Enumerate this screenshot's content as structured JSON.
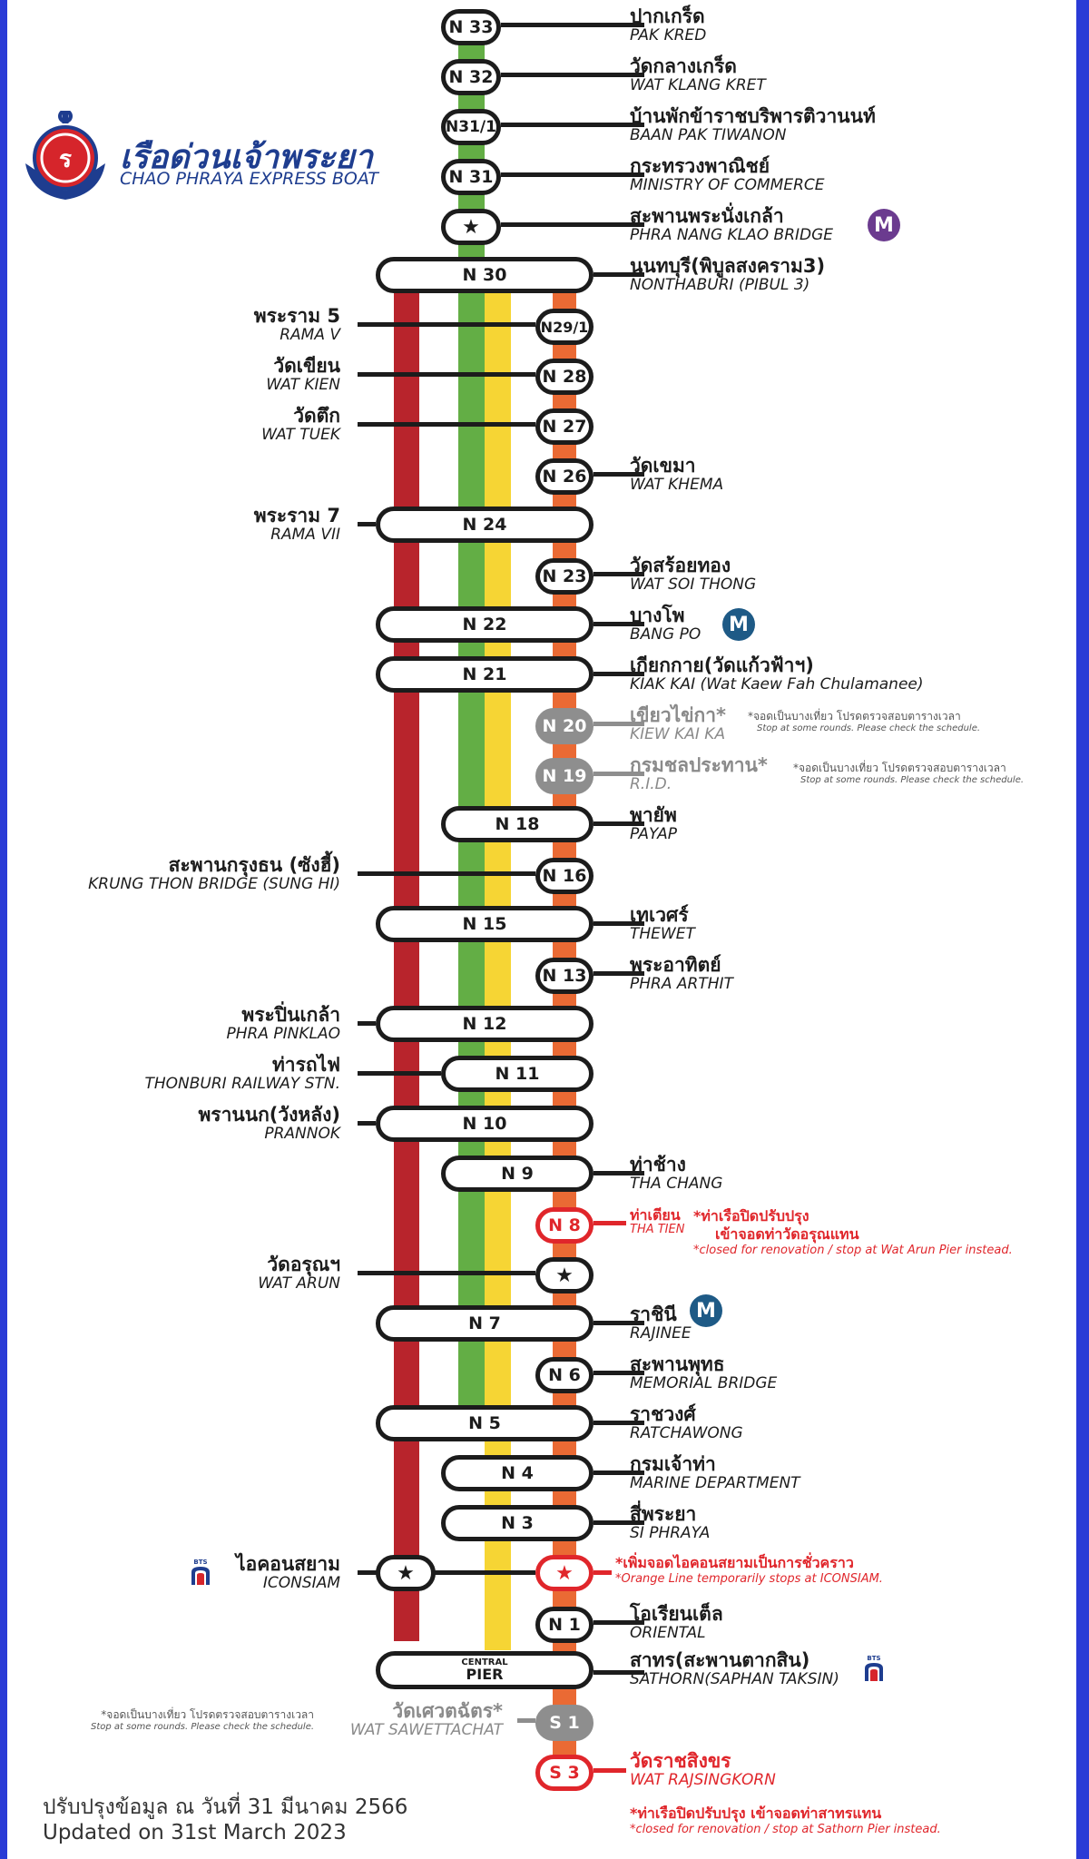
{
  "brand": {
    "name_th": "เรือด่วนเจ้าพระยา",
    "name_en": "CHAO PHRAYA EXPRESS BOAT"
  },
  "colors": {
    "red_line": "#b8242c",
    "green_line": "#63ae45",
    "yellow_line": "#f6d534",
    "orange_line": "#ea6a34",
    "frame": "#2a3bd6",
    "mrt_purple": "#6b3b8f",
    "mrt_blue": "#1e5a86",
    "highlight_red": "#e0262b"
  },
  "piers": [
    {
      "code": "N 33",
      "th": "ปากเกร็ด",
      "en": "PAK KRED"
    },
    {
      "code": "N 32",
      "th": "วัดกลางเกร็ด",
      "en": "WAT KLANG KRET"
    },
    {
      "code": "N31/1",
      "th": "บ้านพักข้าราชบริพารติวานนท์",
      "en": "BAAN PAK TIWANON"
    },
    {
      "code": "N 31",
      "th": "กระทรวงพาณิชย์",
      "en": "MINISTRY OF COMMERCE"
    },
    {
      "code": "★",
      "th": "สะพานพระนั่งเกล้า",
      "en": "PHRA NANG KLAO BRIDGE",
      "connection": "MRT Purple Line"
    },
    {
      "code": "N 30",
      "th": "นนทบุรี(พิบูลสงคราม3)",
      "en": "NONTHABURI (PIBUL 3)"
    },
    {
      "code": "N29/1",
      "th": "พระราม 5",
      "en": "RAMA V"
    },
    {
      "code": "N 28",
      "th": "วัดเขียน",
      "en": "WAT KIEN"
    },
    {
      "code": "N 27",
      "th": "วัดตึก",
      "en": "WAT TUEK"
    },
    {
      "code": "N 26",
      "th": "วัดเขมา",
      "en": "WAT KHEMA"
    },
    {
      "code": "N 24",
      "th": "พระราม 7",
      "en": "RAMA VII"
    },
    {
      "code": "N 23",
      "th": "วัดสร้อยทอง",
      "en": "WAT SOI THONG"
    },
    {
      "code": "N 22",
      "th": "บางโพ",
      "en": "BANG PO",
      "connection": "MRT Blue Line"
    },
    {
      "code": "N 21",
      "th": "เกียกกาย(วัดแก้วฟ้าฯ)",
      "en": "KIAK KAI (Wat Kaew Fah Chulamanee)"
    },
    {
      "code": "N 20",
      "th": "เขียวไข่กา*",
      "en": "KIEW KAI KA",
      "note_th": "*จอดเป็นบางเที่ยว โปรดตรวจสอบตารางเวลา",
      "note_en": "Stop at some rounds. Please check the schedule."
    },
    {
      "code": "N 19",
      "th": "กรมชลประทาน*",
      "en": "R.I.D.",
      "note_th": "*จอดเป็นบางเที่ยว โปรดตรวจสอบตารางเวลา",
      "note_en": "Stop at some rounds. Please check the schedule."
    },
    {
      "code": "N 18",
      "th": "พายัพ",
      "en": "PAYAP"
    },
    {
      "code": "N 16",
      "th": "สะพานกรุงธน (ซังฮี้)",
      "en": "KRUNG THON BRIDGE (SUNG HI)"
    },
    {
      "code": "N 15",
      "th": "เทเวศร์",
      "en": "THEWET"
    },
    {
      "code": "N 13",
      "th": "พระอาทิตย์",
      "en": "PHRA ARTHIT"
    },
    {
      "code": "N 12",
      "th": "พระปิ่นเกล้า",
      "en": "PHRA PINKLAO"
    },
    {
      "code": "N 11",
      "th": "ท่ารถไฟ",
      "en": "THONBURI RAILWAY STN."
    },
    {
      "code": "N 10",
      "th": "พรานนก(วังหลัง)",
      "en": "PRANNOK"
    },
    {
      "code": "N 9",
      "th": "ท่าช้าง",
      "en": "THA CHANG"
    },
    {
      "code": "N 8",
      "th": "ท่าเตียน",
      "en": "THA TIEN",
      "note_th1": "*ท่าเรือปิดปรับปรุง",
      "note_th2": "เข้าจอดท่าวัดอรุณแทน",
      "note_en": "*closed for renovation / stop at Wat Arun Pier instead."
    },
    {
      "code": "★",
      "th": "วัดอรุณฯ",
      "en": "WAT ARUN"
    },
    {
      "code": "N 7",
      "th": "ราชินี",
      "en": "RAJINEE",
      "connection": "MRT Blue Line"
    },
    {
      "code": "N 6",
      "th": "สะพานพุทธ",
      "en": "MEMORIAL BRIDGE"
    },
    {
      "code": "N 5",
      "th": "ราชวงศ์",
      "en": "RATCHAWONG"
    },
    {
      "code": "N 4",
      "th": "กรมเจ้าท่า",
      "en": "MARINE DEPARTMENT"
    },
    {
      "code": "N 3",
      "th": "สี่พระยา",
      "en": "SI PHRAYA"
    },
    {
      "code": "★",
      "th": "ไอคอนสยาม",
      "en": "ICONSIAM",
      "connection": "BTS",
      "note_th": "*เพิ่มจอดไอคอนสยามเป็นการชั่วคราว",
      "note_en": "*Orange Line temporarily stops at ICONSIAM."
    },
    {
      "code": "N 1",
      "th": "โอเรียนเต็ล",
      "en": "ORIENTAL"
    },
    {
      "code_line1": "CENTRAL",
      "code_line2": "PIER",
      "th": "สาทร(สะพานตากสิน)",
      "en": "SATHORN(SAPHAN TAKSIN)",
      "connection": "BTS"
    },
    {
      "code": "S 1",
      "th": "วัดเศวตฉัตร*",
      "en": "WAT SAWETTACHAT",
      "note_th": "*จอดเป็นบางเที่ยว โปรดตรวจสอบตารางเวลา",
      "note_en": "Stop at some rounds. Please check the schedule."
    },
    {
      "code": "S 3",
      "th": "วัดราชสิงขร",
      "en": "WAT RAJSINGKORN",
      "note_th": "*ท่าเรือปิดปรับปรุง เข้าจอดท่าสาทรแทน",
      "note_en": "*closed for renovation / stop at Sathorn Pier instead."
    }
  ],
  "icons": {
    "mrt_letter": "M",
    "bts_label": "BTS"
  },
  "updated": {
    "th": "ปรับปรุงข้อมูล ณ วันที่ 31 มีนาคม 2566",
    "en": "Updated on 31st March 2023"
  }
}
